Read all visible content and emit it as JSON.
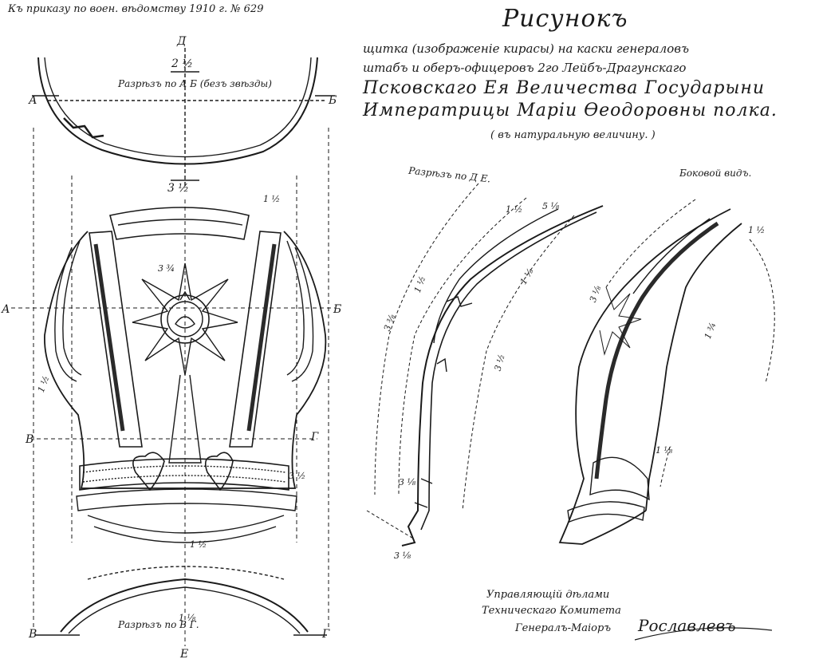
{
  "header": {
    "order_ref": "Къ приказу по воен. вѣдомству 1910 г. № 629"
  },
  "title": {
    "main": "Рисунокъ",
    "line1": "щитка (изображеніе кирасы) на каски генераловъ",
    "line2": "штабъ и оберъ-офицеровъ 2го Лейбъ-Драгунскаго",
    "line3": "Псковскаго Ея Величества Государыни",
    "line4": "Императрицы Маріи Ѳеодоровны полка.",
    "note": "( въ натуральную величину. )"
  },
  "views": {
    "section_ab": "Разрѣзъ по А Б (безъ звѣзды)",
    "section_de": "Разрѣзъ по Д Е.",
    "side_view": "Боковой видъ.",
    "section_vg": "Разрѣзъ по В Г."
  },
  "letters": {
    "A": "А",
    "B": "Б",
    "V": "В",
    "G": "Г",
    "D": "Д",
    "E": "Е"
  },
  "dimensions": {
    "top_width": "2 ½",
    "top_depth": "3 ½",
    "d1": "1 ½",
    "d2": "3 ¾",
    "d3": "1 ½",
    "d4": "3 ½",
    "d5": "1 ½",
    "d6": "3 ½",
    "d7": "3 ⅛",
    "d8": "1 ⅛",
    "d9": "5 ⅛",
    "d10": "3 ⅜",
    "d11": "1 ½",
    "d12": "3 ⅛",
    "d13": "1 ¾",
    "d14": "3 ⅛",
    "d15": "1 ⅛"
  },
  "signature": {
    "line1": "Управляющій дѣлами",
    "line2": "Техническаго Комитета",
    "line3": "Генералъ-Маіоръ",
    "name": "Рославлевъ"
  },
  "colors": {
    "ink": "#1a1a1a",
    "paper": "#ffffff"
  }
}
